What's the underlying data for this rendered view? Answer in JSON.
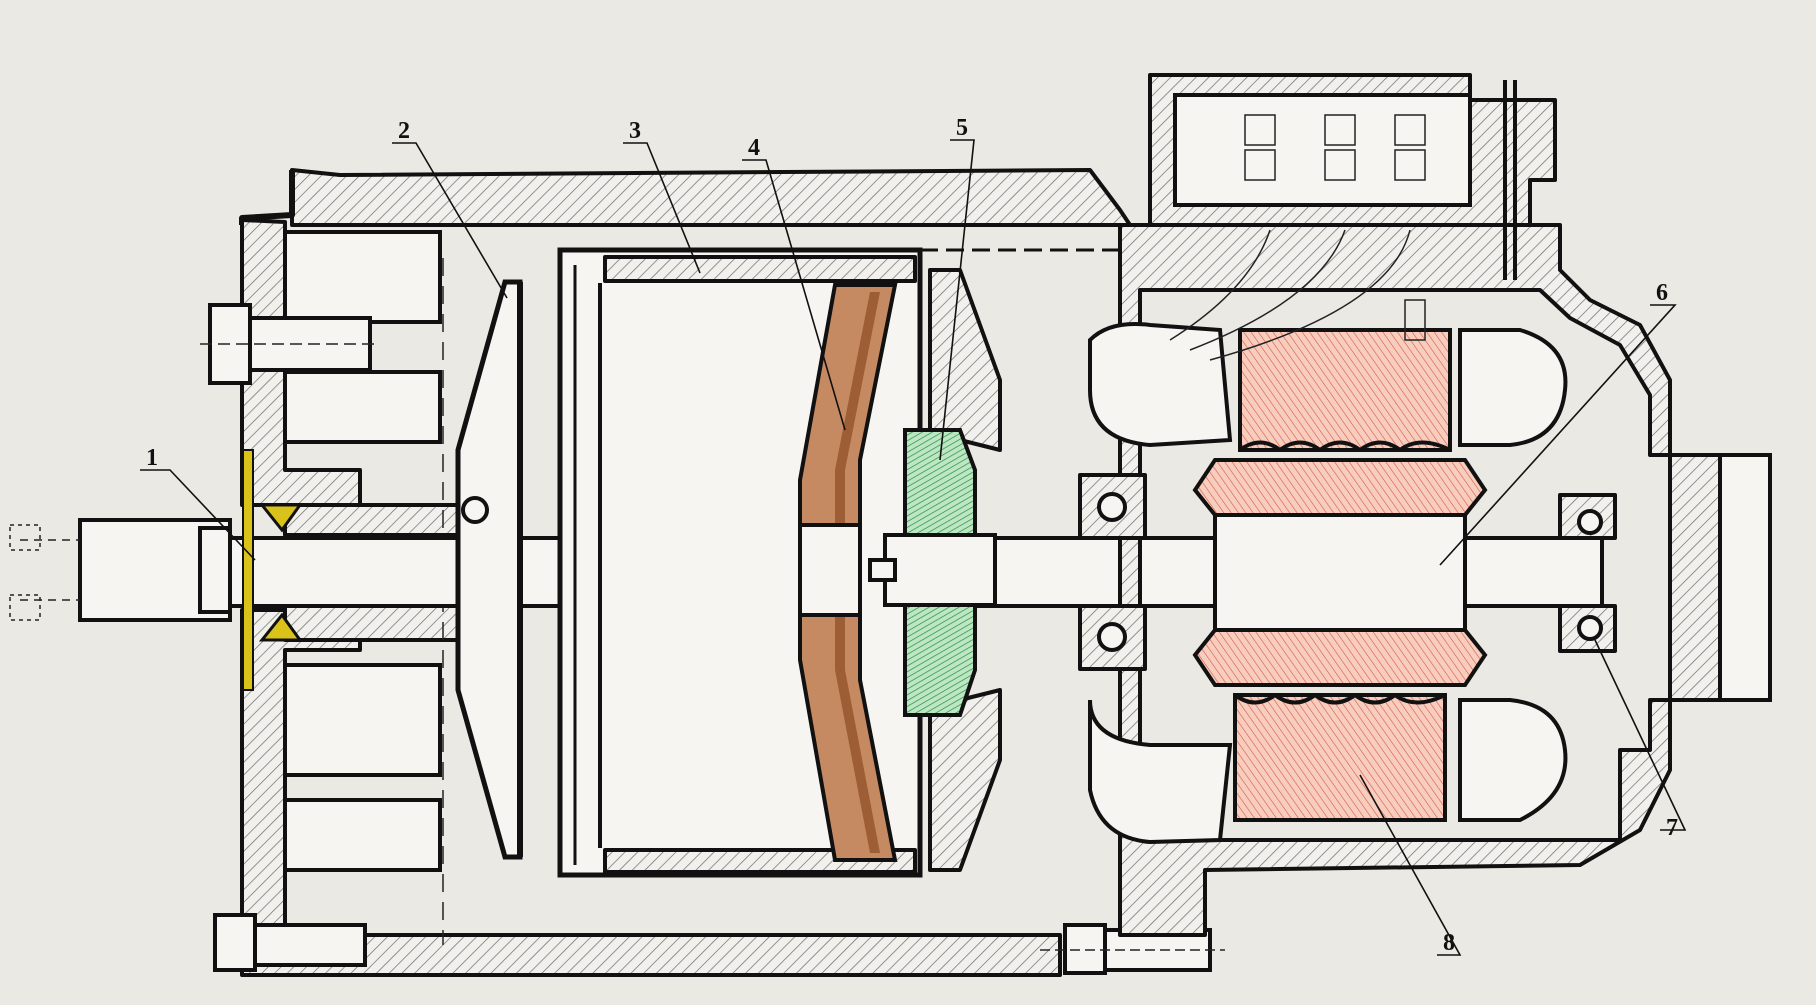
{
  "callouts": [
    {
      "id": "1",
      "text": "1"
    },
    {
      "id": "2",
      "text": "2"
    },
    {
      "id": "3",
      "text": "3"
    },
    {
      "id": "4",
      "text": "4"
    },
    {
      "id": "5",
      "text": "5"
    },
    {
      "id": "6",
      "text": "6"
    },
    {
      "id": "7",
      "text": "7"
    },
    {
      "id": "8",
      "text": "8"
    }
  ],
  "colors": {
    "background": "#ebe9e3",
    "outline": "#111111",
    "hatch": "#6b6b6b",
    "impeller": "#2fa24a",
    "diffuser": "#a0522d",
    "winding": "#e8866f",
    "seal": "#d9c21a"
  }
}
